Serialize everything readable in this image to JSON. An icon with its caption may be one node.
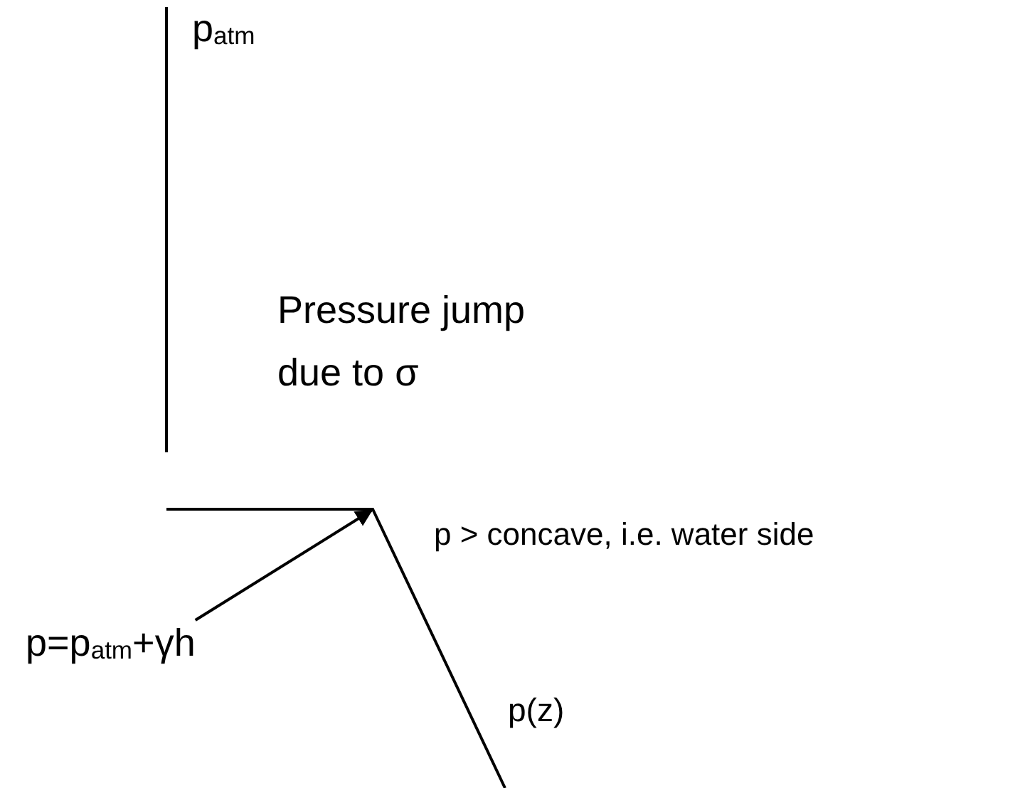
{
  "diagram": {
    "nodes": [
      {
        "text": [
          "p=p$_{atm}$+γh"
        ]
      },
      {
        "text": [],
        "shape": "line"
      }
    ],
    "edges": [
      {
        "from": 0,
        "to": 1,
        "arrow": "to"
      }
    ],
    "labels": [
      "p$_{atm}$",
      "Pressure jump due to σ",
      "p > concave, i.e. water side",
      "p(z)"
    ]
  }
}
